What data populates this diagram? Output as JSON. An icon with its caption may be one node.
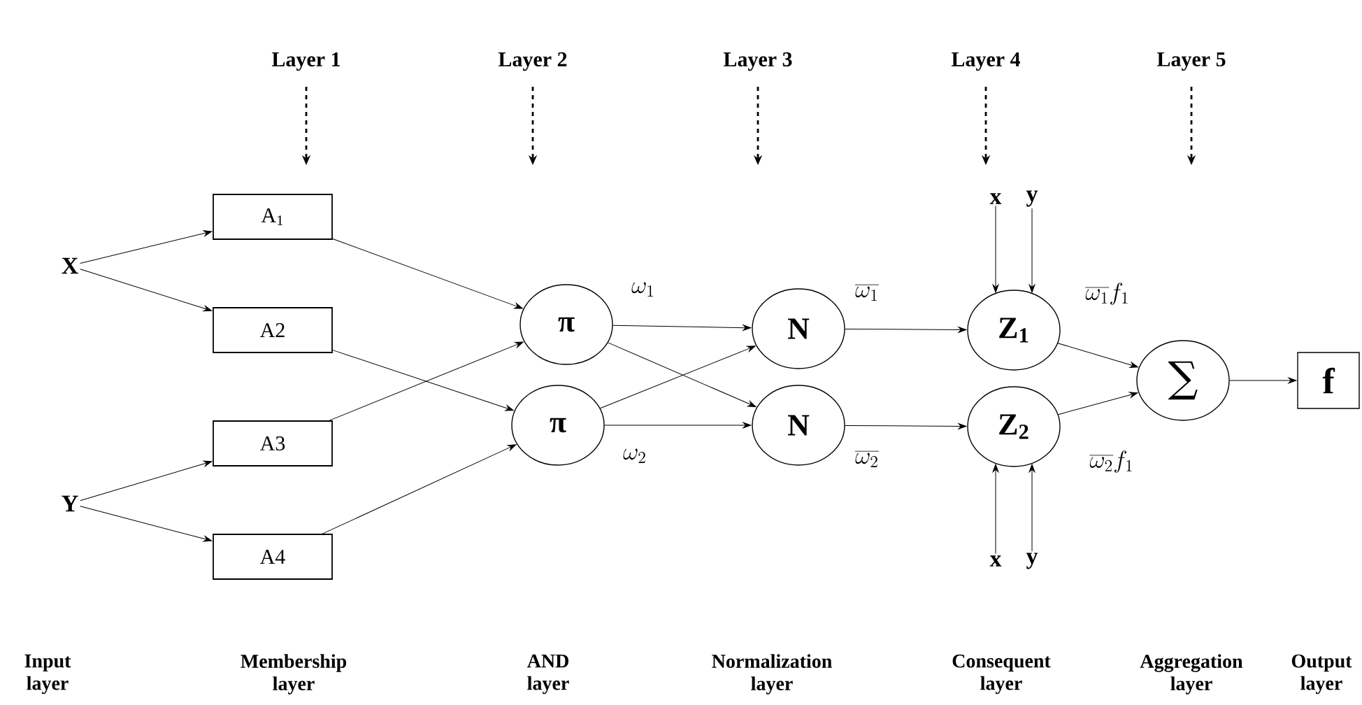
{
  "diagram": {
    "nodes": [
      {
        "text": [
          "X"
        ]
      },
      {
        "text": [
          "Y"
        ]
      },
      {
        "text": [
          "A$_{1}$"
        ]
      },
      {
        "text": [
          "A2"
        ]
      },
      {
        "text": [
          "A3"
        ]
      },
      {
        "text": [
          "A4"
        ]
      },
      {
        "text": [
          "π"
        ],
        "beside": [
          "\\omega_1"
        ]
      },
      {
        "text": [
          "π"
        ],
        "beside": [
          "\\omega_2"
        ]
      },
      {
        "text": [
          "N"
        ],
        "beside": [
          "\\overline{\\omega_1}"
        ]
      },
      {
        "text": [
          "N"
        ],
        "beside": [
          "\\overline{\\omega_2}"
        ]
      },
      {
        "text": [
          "Z$_{1}$"
        ],
        "beside": [
          "\\overline{\\omega_1} f_1"
        ]
      },
      {
        "text": [
          "Z$_{2}$"
        ],
        "beside": [
          "\\overline{\\omega_2} f_1"
        ]
      },
      {
        "text": [
          "∑"
        ]
      },
      {
        "text": [
          "f"
        ]
      },
      {
        "text": [
          "x"
        ]
      },
      {
        "text": [
          "y"
        ]
      },
      {
        "text": [
          "x"
        ]
      },
      {
        "text": [
          "y"
        ]
      }
    ],
    "edges": [
      {
        "from": 0,
        "to": 2,
        "arrow": "to"
      },
      {
        "from": 0,
        "to": 3,
        "arrow": "to"
      },
      {
        "from": 1,
        "to": 4,
        "arrow": "to"
      },
      {
        "from": 1,
        "to": 5,
        "arrow": "to"
      },
      {
        "from": 2,
        "to": 6,
        "arrow": "to"
      },
      {
        "from": 3,
        "to": 7,
        "arrow": "to"
      },
      {
        "from": 4,
        "to": 6,
        "arrow": "to"
      },
      {
        "from": 5,
        "to": 7,
        "arrow": "to"
      },
      {
        "from": 6,
        "to": 8,
        "arrow": "to"
      },
      {
        "from": 6,
        "to": 9,
        "arrow": "to"
      },
      {
        "from": 7,
        "to": 8,
        "arrow": "to"
      },
      {
        "from": 7,
        "to": 9,
        "arrow": "to"
      },
      {
        "from": 8,
        "to": 10,
        "arrow": "to"
      },
      {
        "from": 9,
        "to": 11,
        "arrow": "to"
      },
      {
        "from": 10,
        "to": 12,
        "arrow": "to"
      },
      {
        "from": 11,
        "to": 12,
        "arrow": "to"
      },
      {
        "from": 12,
        "to": 13,
        "arrow": "to"
      },
      {
        "from": 14,
        "to": 10,
        "arrow": "to"
      },
      {
        "from": 15,
        "to": 10,
        "arrow": "to"
      },
      {
        "from": 16,
        "to": 11,
        "arrow": "to"
      },
      {
        "from": 17,
        "to": 11,
        "arrow": "to"
      }
    ],
    "labels": [
      "Layer 1",
      "Layer 2",
      "Layer 3",
      "Layer 4",
      "Layer 5",
      "Input layer",
      "Membership layer",
      "AND layer",
      "Normalization layer",
      "Consequent layer",
      "Aggregation layer",
      "Output layer"
    ]
  }
}
